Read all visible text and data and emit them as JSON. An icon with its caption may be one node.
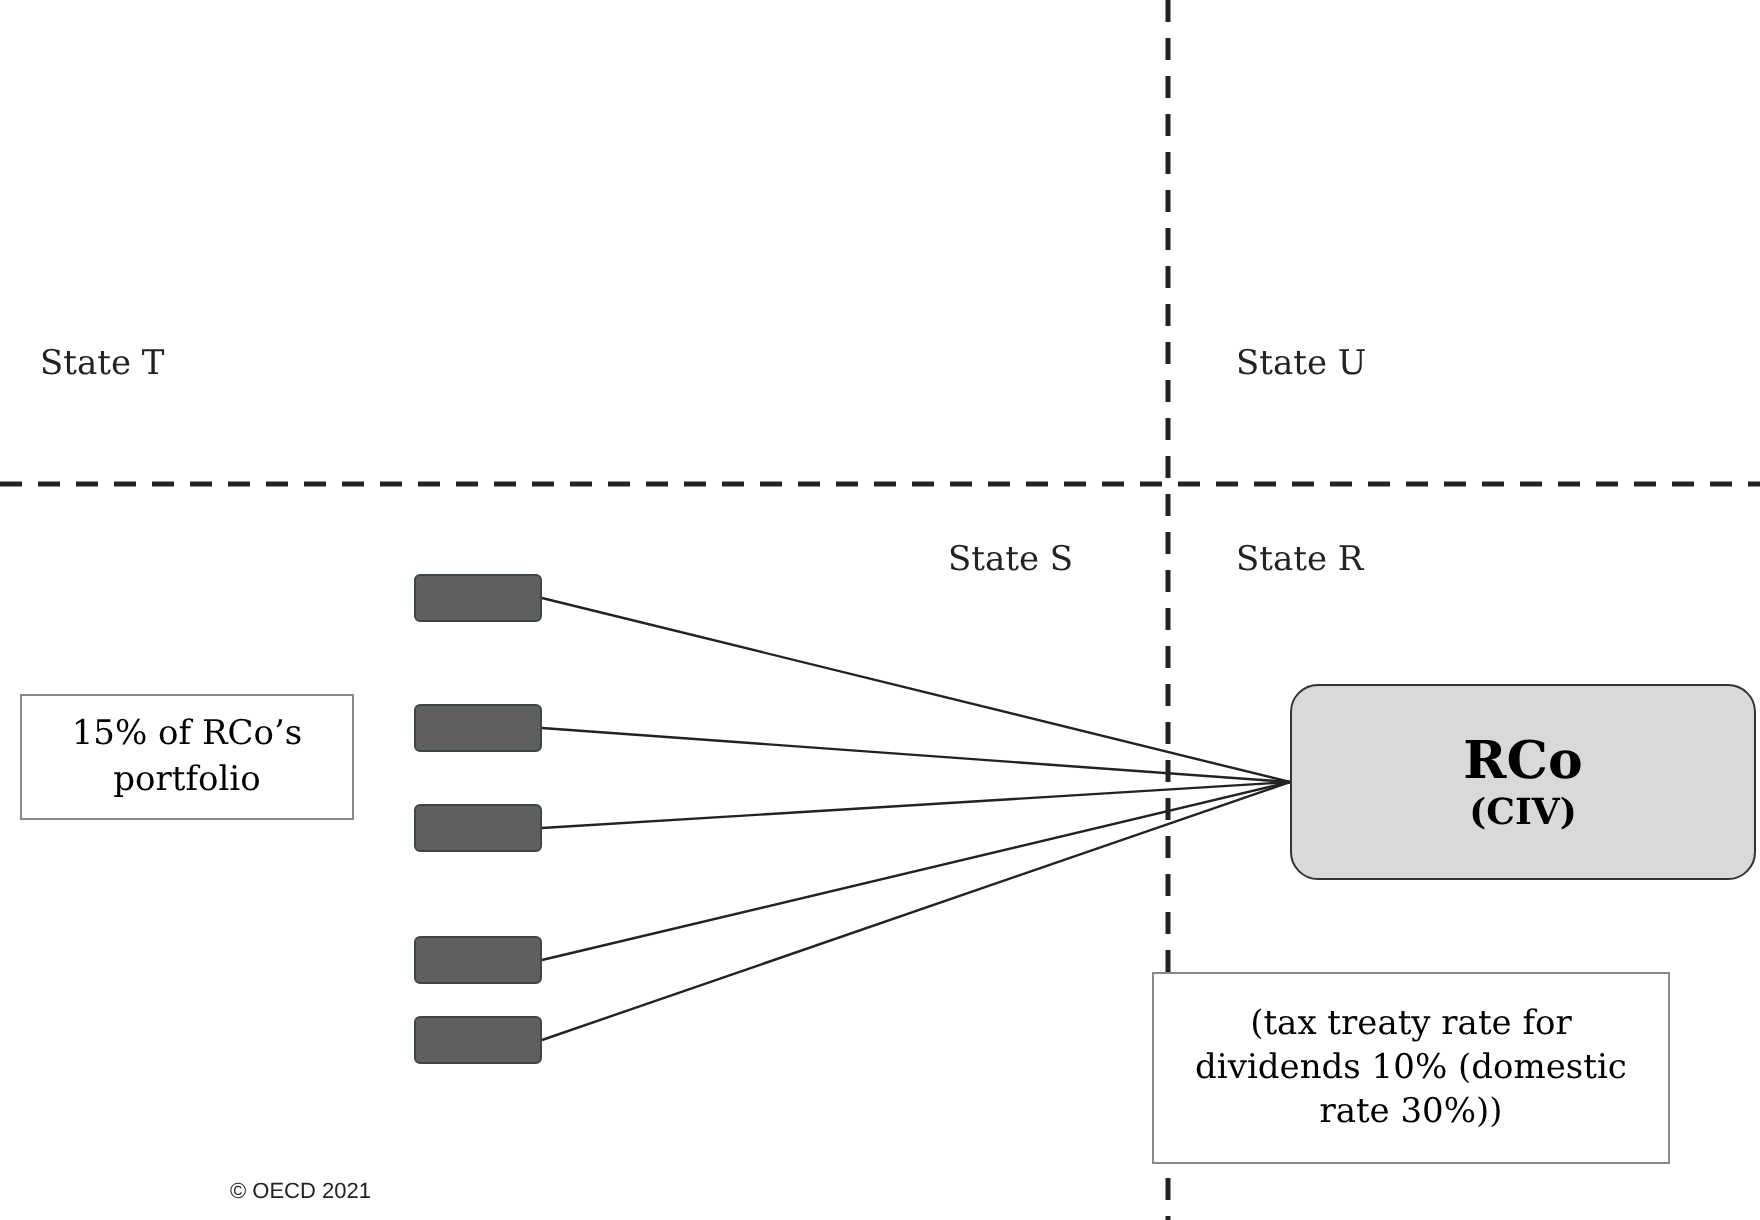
{
  "diagram": {
    "nodes": [
      {
        "text": [],
        "shape": "box"
      },
      {
        "text": [
          "15% of RCo’s portfolio"
        ]
      },
      {
        "text": [],
        "shape": "box"
      },
      {
        "text": [
          "RCo",
          "(CIV)"
        ]
      },
      {
        "text": [],
        "shape": "box"
      },
      {
        "text": [],
        "shape": "box"
      },
      {
        "text": [],
        "shape": "box"
      },
      {
        "text": [
          "(tax treaty rate for dividends 10% (domestic rate 30%))"
        ]
      }
    ],
    "edges": [
      {
        "from": 0,
        "to": 3,
        "arrow": "none"
      },
      {
        "from": 2,
        "to": 3,
        "arrow": "none"
      },
      {
        "from": 4,
        "to": 3,
        "arrow": "none"
      },
      {
        "from": 5,
        "to": 3,
        "arrow": "none"
      },
      {
        "from": 6,
        "to": 3,
        "arrow": "none"
      }
    ],
    "labels": [
      "State T",
      "State U",
      "State S",
      "State R",
      "© OECD 2021"
    ]
  }
}
